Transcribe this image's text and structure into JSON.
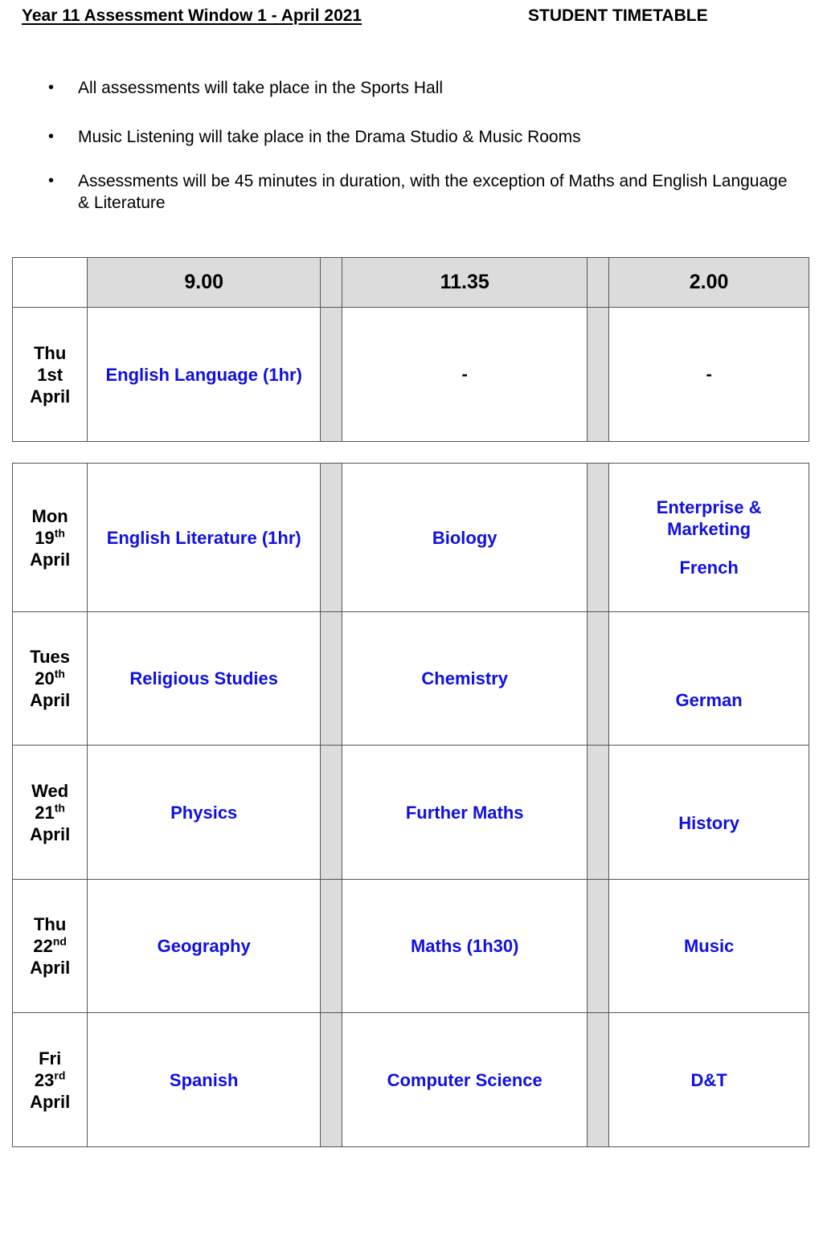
{
  "header": {
    "title": "Year 11 Assessment Window 1 - April 2021",
    "doc_type": "STUDENT TIMETABLE"
  },
  "notes": [
    "All assessments will take place in the Sports Hall",
    "Music Listening will take place in the Drama Studio & Music Rooms",
    "Assessments will be 45 minutes in duration, with the exception of Maths and English Language & Literature"
  ],
  "colors": {
    "subject": "#1010e0",
    "header_fill": "#dcdcdc"
  },
  "times": [
    "9.00",
    "11.35",
    "2.00"
  ],
  "rows": [
    {
      "day": "Thu",
      "date": "1st",
      "suffix": "",
      "month": "April",
      "s1": "English Language (1hr)",
      "s2": "-",
      "s3a": "-",
      "s3b": ""
    },
    {
      "day": "Mon",
      "date": "19",
      "suffix": "th",
      "month": "April",
      "s1": "English Literature (1hr)",
      "s2": "Biology",
      "s3a": "Enterprise & Marketing",
      "s3b": "French"
    },
    {
      "day": "Tues",
      "date": "20",
      "suffix": "th",
      "month": "April",
      "s1": "Religious Studies",
      "s2": "Chemistry",
      "s3a": "",
      "s3b": "German"
    },
    {
      "day": "Wed",
      "date": "21",
      "suffix": "th",
      "month": "April",
      "s1": "Physics",
      "s2": "Further Maths",
      "s3a": "",
      "s3b": "History"
    },
    {
      "day": "Thu",
      "date": "22",
      "suffix": "nd",
      "month": "April",
      "s1": "Geography",
      "s2": "Maths (1h30)",
      "s3a": "Music",
      "s3b": ""
    },
    {
      "day": "Fri",
      "date": "23",
      "suffix": "rd",
      "month": "April",
      "s1": "Spanish",
      "s2": "Computer Science",
      "s3a": "D&T",
      "s3b": ""
    }
  ]
}
